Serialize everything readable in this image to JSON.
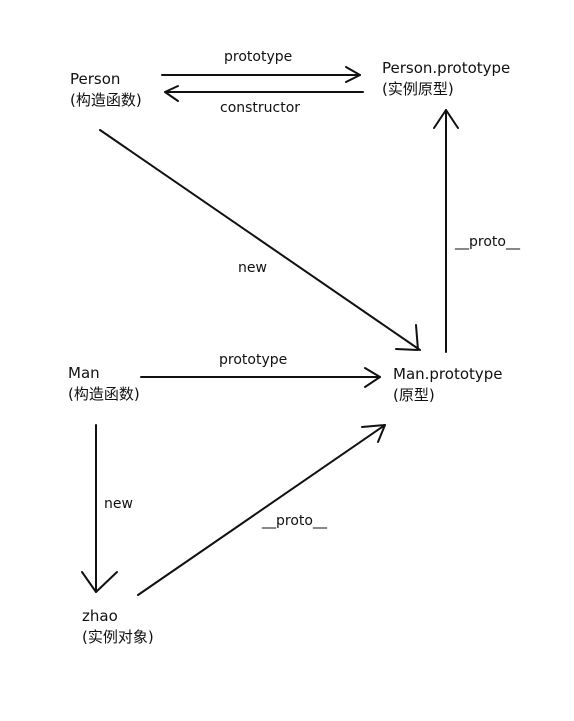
{
  "nodes": {
    "person": {
      "name": "Person",
      "desc": "(构造函数)"
    },
    "person_prototype": {
      "name": "Person.prototype",
      "desc": "(实例原型)"
    },
    "man": {
      "name": "Man",
      "desc": "(构造函数)"
    },
    "man_prototype": {
      "name": "Man.prototype",
      "desc": "(原型)"
    },
    "zhao": {
      "name": "zhao",
      "desc": "(实例对象)"
    }
  },
  "edges": {
    "person_to_person_prototype": "prototype",
    "person_prototype_to_person": "constructor",
    "person_new": "new",
    "man_prototype_proto": "__proto__",
    "man_to_man_prototype": "prototype",
    "man_new": "new",
    "zhao_proto": "__proto__"
  },
  "colors": {
    "ink": "#111111",
    "background": "#ffffff"
  }
}
